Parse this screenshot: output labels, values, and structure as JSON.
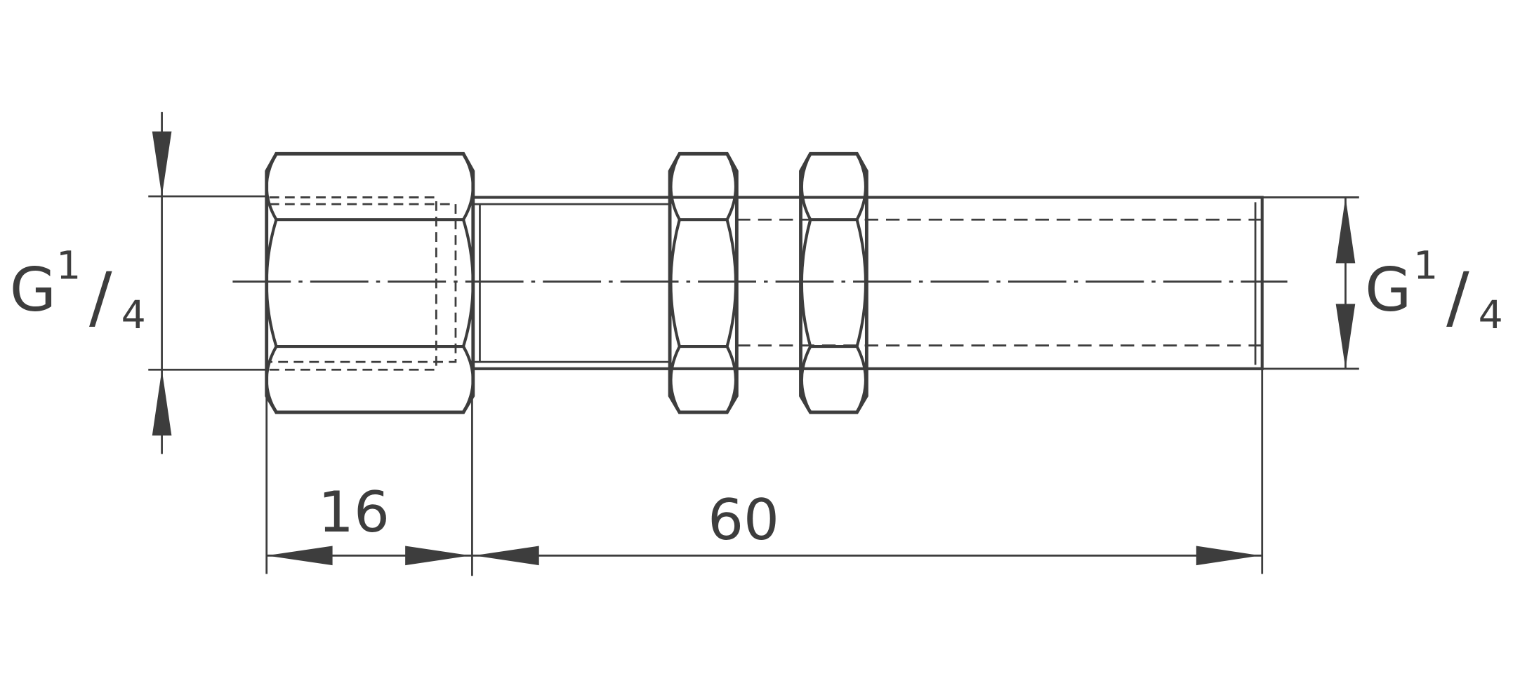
{
  "drawing": {
    "left_thread": {
      "main": "G",
      "sup": "1",
      "slash": "/",
      "sub": "4"
    },
    "right_thread": {
      "main": "G",
      "sup": "1",
      "slash": "/",
      "sub": "4"
    },
    "dim_nut_length": "16",
    "dim_tube_length": "60"
  },
  "colors": {
    "line": "#3d3d3d",
    "metal_light": "#f4f4f4",
    "metal_dark": "#8a8a8a"
  }
}
